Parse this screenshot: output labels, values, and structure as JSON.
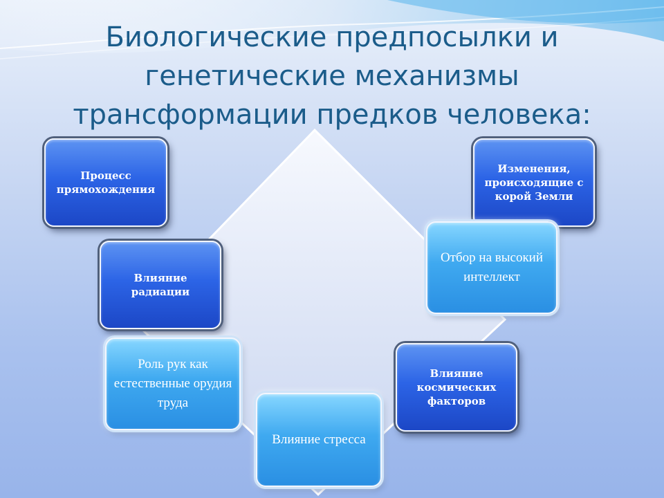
{
  "title": "Биологические предпосылки и генетические механизмы трансформации предков человека:",
  "colors": {
    "title": "#1b5c8a",
    "dark_box": "#2c64e6",
    "light_box": "#3fa9f0",
    "background": "#a9c1ee"
  },
  "boxes": {
    "upright_walking": "Процесс прямохождения",
    "earth_crust_changes": "Изменения, происходящие с корой Земли",
    "high_intellect": "Отбор на высокий интеллект",
    "radiation": "Влияние радиации",
    "hands_role": "Роль рук как естественные орудия труда",
    "cosmic_factors": "Влияние космических факторов",
    "stress": "Влияние стресса"
  }
}
